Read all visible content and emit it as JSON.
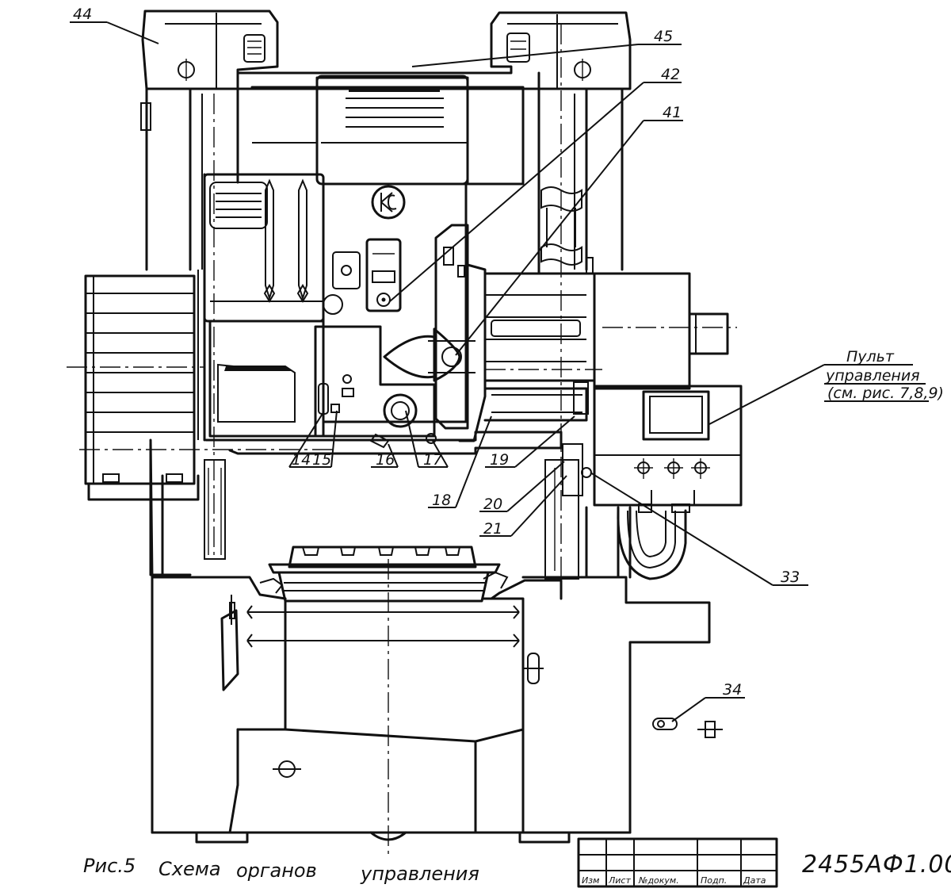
{
  "callouts": {
    "c44": "44",
    "c45": "45",
    "c42": "42",
    "c41": "41",
    "c14": "14",
    "c15": "15",
    "c16": "16",
    "c17": "17",
    "c18": "18",
    "c19": "19",
    "c20": "20",
    "c21": "21",
    "c33": "33",
    "c34": "34"
  },
  "panel_note": {
    "line1": "Пульт",
    "line2": "управления",
    "line3": "(см. рис. 7,8,9)"
  },
  "caption": {
    "fig": "Рис.5",
    "w1": "Схема",
    "w2": "органов",
    "w3": "управления"
  },
  "title_block": {
    "col1": "Изм",
    "col2": "Лист",
    "col3": "№докум.",
    "col4": "Подп.",
    "col5": "Дата"
  },
  "doc_number": "2455АФ1.00"
}
